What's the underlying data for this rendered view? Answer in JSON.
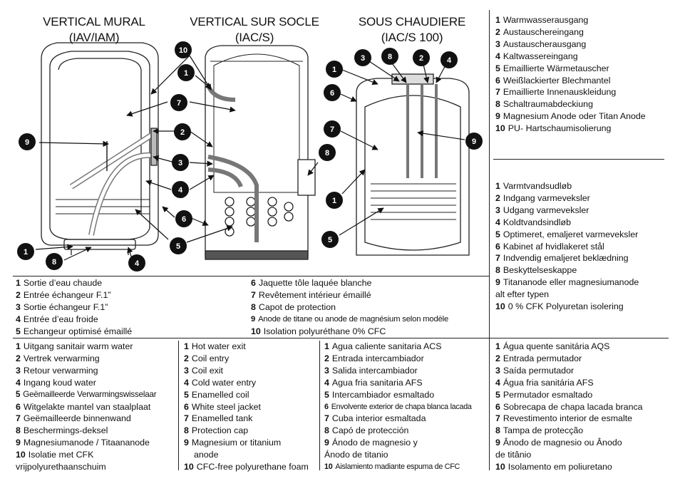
{
  "titles": {
    "mural": [
      "VERTICAL MURAL",
      "(IAV/IAM)"
    ],
    "socle": [
      "VERTICAL SUR SOCLE",
      "(IAC/S)"
    ],
    "chaudiere": [
      "SOUS CHAUDIERE",
      "(IAC/S 100)"
    ]
  },
  "callouts": {
    "mural": [
      "10",
      "9",
      "1",
      "8",
      "4"
    ],
    "socle": [
      "1",
      "7",
      "2",
      "3",
      "4",
      "6",
      "5",
      "8"
    ],
    "chaudiere": [
      "3",
      "8",
      "2",
      "4",
      "1",
      "6",
      "7",
      "9",
      "1",
      "5"
    ]
  },
  "legend_de": [
    {
      "n": "1",
      "t": "Warmwasserausgang"
    },
    {
      "n": "2",
      "t": "Austauschereingang"
    },
    {
      "n": "3",
      "t": "Austauscherausgang"
    },
    {
      "n": "4",
      "t": "Kaltwassereingang"
    },
    {
      "n": "5",
      "t": "Emaillierte Wärmetauscher"
    },
    {
      "n": "6",
      "t": "Weißlackierter Blechmantel"
    },
    {
      "n": "7",
      "t": "Emaillierte Innenauskleidung"
    },
    {
      "n": "8",
      "t": "Schaltraumabdeckiung"
    },
    {
      "n": "9",
      "t": "Magnesium Anode oder Titan Anode"
    },
    {
      "n": "10",
      "t": "PU- Hartschaumisolierung"
    }
  ],
  "legend_da": [
    {
      "n": "1",
      "t": "Varmtvandsudløb"
    },
    {
      "n": "2",
      "t": "Indgang varmeveksler"
    },
    {
      "n": "3",
      "t": "Udgang varmeveksler"
    },
    {
      "n": "4",
      "t": "Koldtvandsindløb"
    },
    {
      "n": "5",
      "t": "Optimeret, emaljeret varmeveksler"
    },
    {
      "n": "6",
      "t": "Kabinet af hvidlakeret stål"
    },
    {
      "n": "7",
      "t": "Indvendig emaljeret beklædning"
    },
    {
      "n": "8",
      "t": "Beskyttelseskappe"
    },
    {
      "n": "9",
      "t": "Titananode eller magnesiumanode"
    },
    {
      "n": "",
      "t": "alt efter typen"
    },
    {
      "n": "10",
      "t": "0 % CFK Polyuretan isolering"
    }
  ],
  "legend_fr_a": [
    {
      "n": "1",
      "t": "Sortie d’eau chaude"
    },
    {
      "n": "2",
      "t": "Entrée échangeur F.1”"
    },
    {
      "n": "3",
      "t": "Sortie échangeur F.1”"
    },
    {
      "n": "4",
      "t": "Entrée d’eau froide"
    },
    {
      "n": "5",
      "t": "Echangeur optimisé émaillé"
    }
  ],
  "legend_fr_b": [
    {
      "n": "6",
      "t": "Jaquette tôle laquée blanche"
    },
    {
      "n": "7",
      "t": "Revêtement intérieur émaillé"
    },
    {
      "n": "8",
      "t": "Capot de protection"
    },
    {
      "n": "9",
      "t": "Anode de titane ou anode de magnésium selon modèle"
    },
    {
      "n": "10",
      "t": "Isolation polyuréthane 0% CFC"
    }
  ],
  "legend_nl": [
    {
      "n": "1",
      "t": "Uitgang sanitair warm water"
    },
    {
      "n": "2",
      "t": "Vertrek verwarming"
    },
    {
      "n": "3",
      "t": "Retour verwarming"
    },
    {
      "n": "4",
      "t": "Ingang koud water"
    },
    {
      "n": "5",
      "t": "Geëmailleerde Verwarmingswisselaar"
    },
    {
      "n": "6",
      "t": "Witgelakte mantel van staalplaat"
    },
    {
      "n": "7",
      "t": "Geëmailleerde binnenwand"
    },
    {
      "n": "8",
      "t": "Beschermings-deksel"
    },
    {
      "n": "9",
      "t": "Magnesiumanode / Titaananode"
    },
    {
      "n": "10",
      "t": "Isolatie met CFK"
    },
    {
      "n": "",
      "t": "vrijpolyurethaanschuim"
    }
  ],
  "legend_en": [
    {
      "n": "1",
      "t": "Hot water exit"
    },
    {
      "n": "2",
      "t": "Coil entry"
    },
    {
      "n": "3",
      "t": "Coil exit"
    },
    {
      "n": "4",
      "t": "Cold water entry"
    },
    {
      "n": "5",
      "t": "Enamelled coil"
    },
    {
      "n": "6",
      "t": "White steel jacket"
    },
    {
      "n": "7",
      "t": "Enamelled tank"
    },
    {
      "n": "8",
      "t": "Protection cap"
    },
    {
      "n": "9",
      "t": "Magnesium or titanium"
    },
    {
      "n": "",
      "t": "anode"
    },
    {
      "n": "10",
      "t": "CFC-free polyurethane foam"
    }
  ],
  "legend_es": [
    {
      "n": "1",
      "t": "Agua caliente sanitaria ACS"
    },
    {
      "n": "2",
      "t": "Entrada intercambiador"
    },
    {
      "n": "3",
      "t": "Salida intercambiador"
    },
    {
      "n": "4",
      "t": "Agua fria sanitaria AFS"
    },
    {
      "n": "5",
      "t": "Intercambiador esmaltado"
    },
    {
      "n": "6",
      "t": "Envolvente exterior de chapa blanca lacada"
    },
    {
      "n": "7",
      "t": "Cuba interior esmaltada"
    },
    {
      "n": "8",
      "t": "Capó de protección"
    },
    {
      "n": "9",
      "t": "Ánodo de magnesio y"
    },
    {
      "n": "",
      "t": "Ánodo de titanio"
    },
    {
      "n": "10",
      "t": "Aislamiento madiante espuma de CFC"
    }
  ],
  "legend_pt": [
    {
      "n": "1",
      "t": "Água quente sanitária AQS"
    },
    {
      "n": "2",
      "t": "Entrada permutador"
    },
    {
      "n": "3",
      "t": "Saída permutador"
    },
    {
      "n": "4",
      "t": "Água fria sanitária AFS"
    },
    {
      "n": "5",
      "t": "Permutador esmaltado"
    },
    {
      "n": "6",
      "t": "Sobrecapa de chapa lacada branca"
    },
    {
      "n": "7",
      "t": "Revestimento interior de esmalte"
    },
    {
      "n": "8",
      "t": "Tampa de protecção"
    },
    {
      "n": "9",
      "t": "Ânodo de magnesio ou Ânodo"
    },
    {
      "n": "",
      "t": "de titânio"
    },
    {
      "n": "10",
      "t": "Isolamento em poliuretano"
    }
  ]
}
